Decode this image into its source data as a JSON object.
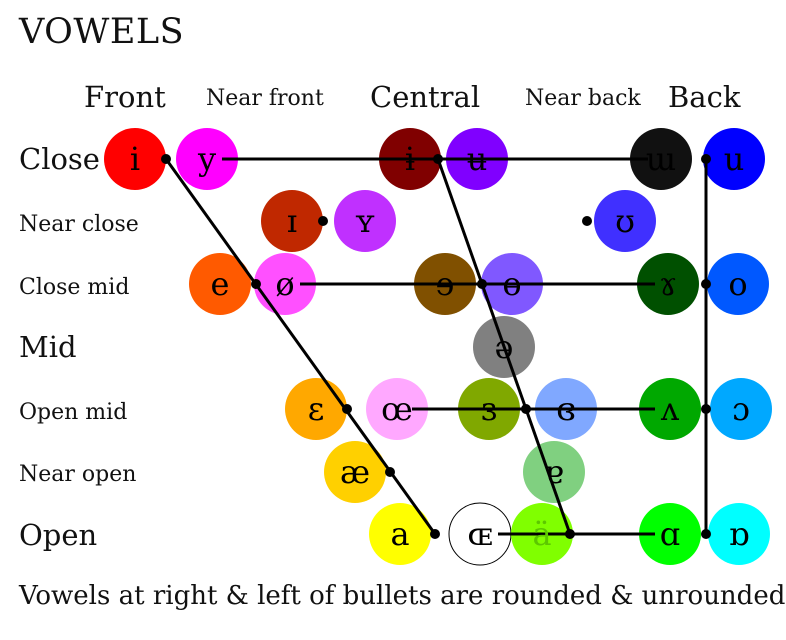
{
  "title": "VOWELS",
  "columns": [
    {
      "key": "front",
      "label": "Front"
    },
    {
      "key": "near_front",
      "label": "Near front"
    },
    {
      "key": "central",
      "label": "Central"
    },
    {
      "key": "near_back",
      "label": "Near back"
    },
    {
      "key": "back",
      "label": "Back"
    }
  ],
  "rows": [
    {
      "key": "close",
      "label": "Close"
    },
    {
      "key": "near_close",
      "label": "Near close"
    },
    {
      "key": "close_mid",
      "label": "Close mid"
    },
    {
      "key": "mid",
      "label": "Mid"
    },
    {
      "key": "open_mid",
      "label": "Open mid"
    },
    {
      "key": "near_open",
      "label": "Near open"
    },
    {
      "key": "open",
      "label": "Open"
    }
  ],
  "vowels": [
    {
      "symbol": "i",
      "row": "close",
      "column": "front",
      "rounded": false,
      "color": "#ff0000"
    },
    {
      "symbol": "y",
      "row": "close",
      "column": "front",
      "rounded": true,
      "color": "#ff00ff"
    },
    {
      "symbol": "ɨ",
      "row": "close",
      "column": "central",
      "rounded": false,
      "color": "#800000"
    },
    {
      "symbol": "ʉ",
      "row": "close",
      "column": "central",
      "rounded": true,
      "color": "#8000ff"
    },
    {
      "symbol": "ɯ",
      "row": "close",
      "column": "back",
      "rounded": false,
      "color": "#111111"
    },
    {
      "symbol": "u",
      "row": "close",
      "column": "back",
      "rounded": true,
      "color": "#0000ff"
    },
    {
      "symbol": "ɪ",
      "row": "near_close",
      "column": "near_front",
      "rounded": false,
      "color": "#c02800"
    },
    {
      "symbol": "ʏ",
      "row": "near_close",
      "column": "near_front",
      "rounded": true,
      "color": "#c030ff"
    },
    {
      "symbol": "ʊ",
      "row": "near_close",
      "column": "near_back",
      "rounded": true,
      "color": "#4030ff"
    },
    {
      "symbol": "e",
      "row": "close_mid",
      "column": "front",
      "rounded": false,
      "color": "#ff5a00"
    },
    {
      "symbol": "ø",
      "row": "close_mid",
      "column": "front",
      "rounded": true,
      "color": "#ff50ff"
    },
    {
      "symbol": "ɘ",
      "row": "close_mid",
      "column": "central",
      "rounded": false,
      "color": "#805000"
    },
    {
      "symbol": "ɵ",
      "row": "close_mid",
      "column": "central",
      "rounded": true,
      "color": "#8058ff"
    },
    {
      "symbol": "ɤ",
      "row": "close_mid",
      "column": "back",
      "rounded": false,
      "color": "#005000"
    },
    {
      "symbol": "o",
      "row": "close_mid",
      "column": "back",
      "rounded": true,
      "color": "#0058ff"
    },
    {
      "symbol": "ə",
      "row": "mid",
      "column": "central",
      "rounded": null,
      "color": "#808080"
    },
    {
      "symbol": "ɛ",
      "row": "open_mid",
      "column": "front",
      "rounded": false,
      "color": "#ffa800"
    },
    {
      "symbol": "œ",
      "row": "open_mid",
      "column": "front",
      "rounded": true,
      "color": "#ffa8ff"
    },
    {
      "symbol": "ɜ",
      "row": "open_mid",
      "column": "central",
      "rounded": false,
      "color": "#80a800"
    },
    {
      "symbol": "ɞ",
      "row": "open_mid",
      "column": "central",
      "rounded": true,
      "color": "#80a8ff"
    },
    {
      "symbol": "ʌ",
      "row": "open_mid",
      "column": "back",
      "rounded": false,
      "color": "#00a800"
    },
    {
      "symbol": "ɔ",
      "row": "open_mid",
      "column": "back",
      "rounded": true,
      "color": "#00a8ff"
    },
    {
      "symbol": "æ",
      "row": "near_open",
      "column": "front",
      "rounded": false,
      "color": "#ffd000"
    },
    {
      "symbol": "ɐ",
      "row": "near_open",
      "column": "central",
      "rounded": null,
      "color": "#80d080"
    },
    {
      "symbol": "a",
      "row": "open",
      "column": "front",
      "rounded": false,
      "color": "#ffff00"
    },
    {
      "symbol": "ɶ",
      "row": "open",
      "column": "front",
      "rounded": true,
      "color": "#ffffff"
    },
    {
      "symbol": "ä",
      "row": "open",
      "column": "central",
      "rounded": false,
      "color": "#80ff00"
    },
    {
      "symbol": "ɑ",
      "row": "open",
      "column": "back",
      "rounded": false,
      "color": "#00ff00"
    },
    {
      "symbol": "ɒ",
      "row": "open",
      "column": "back",
      "rounded": true,
      "color": "#00ffff"
    }
  ],
  "footer": "Vowels at right & left of bullets are rounded & unrounded."
}
